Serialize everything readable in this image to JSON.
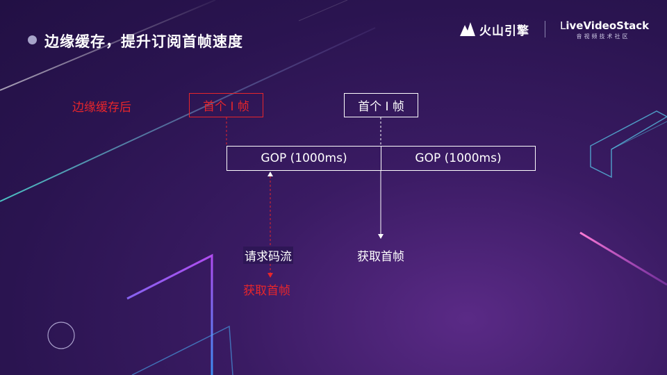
{
  "slide": {
    "title": "边缘缓存，提升订阅首帧速度"
  },
  "logos": {
    "brand_text": "火山引擎",
    "lvs_main_prefix": "L",
    "lvs_main_rest": "iveVideoStack",
    "lvs_sub": "音视频技术社区"
  },
  "diagram": {
    "edge_cache_label": "边缘缓存后",
    "first_iframe_cached": "首个 I 帧",
    "first_iframe": "首个 I 帧",
    "gop_segments": [
      "GOP (1000ms)",
      "GOP (1000ms)"
    ],
    "request_stream": "请求码流",
    "get_first_frame_cached": "获取首帧",
    "get_first_frame": "获取首帧"
  },
  "colors": {
    "accent_red": "#e8262b",
    "line_white": "#ffffff",
    "background_purple": "#2a1450"
  }
}
